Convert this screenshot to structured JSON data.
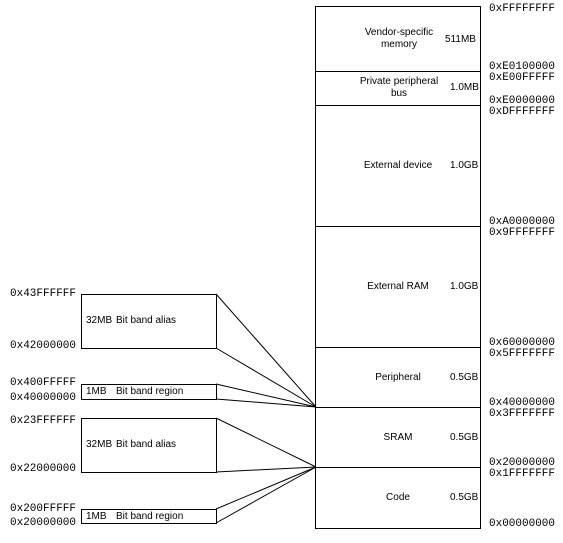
{
  "memory_map": {
    "regions": [
      {
        "name": "Vendor-specific\nmemory",
        "size": "511MB"
      },
      {
        "name": "Private peripheral\nbus",
        "size": "1.0MB"
      },
      {
        "name": "External device",
        "size": "1.0GB"
      },
      {
        "name": "External RAM",
        "size": "1.0GB"
      },
      {
        "name": "Peripheral",
        "size": "0.5GB"
      },
      {
        "name": "SRAM",
        "size": "0.5GB"
      },
      {
        "name": "Code",
        "size": "0.5GB"
      }
    ],
    "addresses": [
      "0xFFFFFFFF",
      "0xE0100000",
      "0xE00FFFFF",
      "0xE0000000",
      "0xDFFFFFFF",
      "0xA0000000",
      "0x9FFFFFFF",
      "0x60000000",
      "0x5FFFFFFF",
      "0x40000000",
      "0x3FFFFFFF",
      "0x20000000",
      "0x1FFFFFFF",
      "0x00000000"
    ]
  },
  "bit_band": {
    "peripheral_alias": {
      "top": "0x43FFFFFF",
      "bottom": "0x42000000",
      "size": "32MB",
      "label": "Bit band alias"
    },
    "peripheral_region": {
      "top": "0x400FFFFF",
      "bottom": "0x40000000",
      "size": "1MB",
      "label": "Bit band region"
    },
    "sram_alias": {
      "top": "0x23FFFFFF",
      "bottom": "0x22000000",
      "size": "32MB",
      "label": "Bit band alias"
    },
    "sram_region": {
      "top": "0x200FFFFF",
      "bottom": "0x20000000",
      "size": "1MB",
      "label": "Bit band region"
    }
  }
}
